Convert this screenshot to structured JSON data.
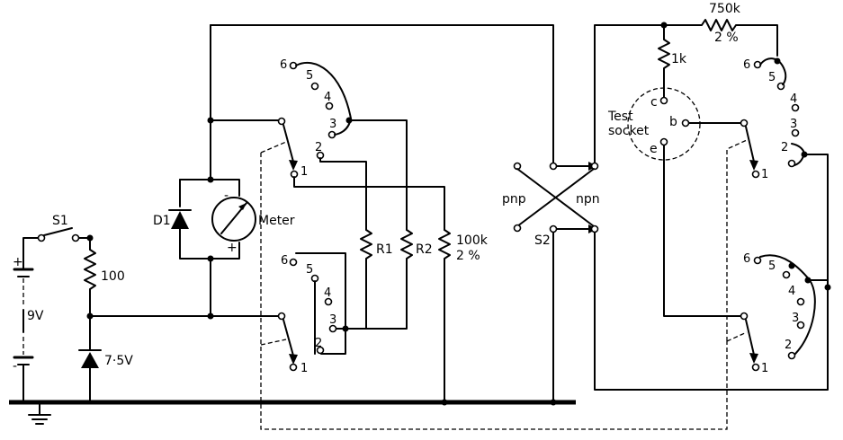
{
  "battery": {
    "label": "9V",
    "plus": "+",
    "minus": "-"
  },
  "switch_s1": {
    "label": "S1"
  },
  "resistor_100": {
    "label": "100"
  },
  "zener": {
    "label": "7·5V"
  },
  "diode_d1": {
    "label": "D1"
  },
  "meter": {
    "label": "Meter",
    "plus": "+",
    "minus": "-"
  },
  "r1": {
    "label": "R1"
  },
  "r2": {
    "label": "R2"
  },
  "r100k": {
    "label": "100k",
    "tolerance": "2 %"
  },
  "r750k": {
    "label": "750k",
    "tolerance": "2 %"
  },
  "r1k": {
    "label": "1k"
  },
  "switch_s2": {
    "label": "S2",
    "left": "pnp",
    "right": "npn"
  },
  "socket": {
    "title_line1": "Test",
    "title_line2": "socket",
    "c": "c",
    "b": "b",
    "e": "e"
  },
  "rotary_positions": [
    "1",
    "2",
    "3",
    "4",
    "5",
    "6"
  ]
}
